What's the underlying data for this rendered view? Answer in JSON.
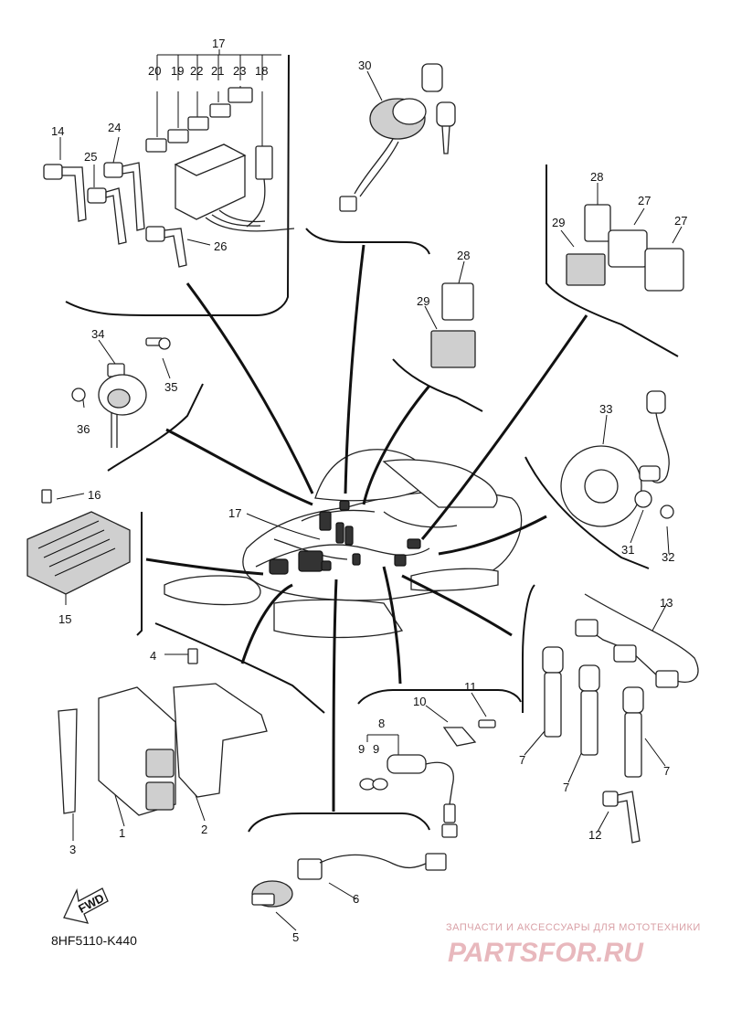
{
  "diagram": {
    "code": "8HF5110-K440",
    "fwd_label": "FWD",
    "watermark": {
      "tagline": "ЗАПЧАСТИ И АКСЕССУАРЫ ДЛЯ МОТОТЕХНИКИ",
      "brand": "PARTSFOR.RU"
    },
    "callouts": {
      "c1": "1",
      "c2": "2",
      "c3": "3",
      "c4": "4",
      "c5": "5",
      "c6": "6",
      "c7a": "7",
      "c7b": "7",
      "c7c": "7",
      "c8": "8",
      "c9a": "9",
      "c9b": "9",
      "c10": "10",
      "c11": "11",
      "c12": "12",
      "c13": "13",
      "c14": "14",
      "c15": "15",
      "c16": "16",
      "c17a": "17",
      "c17b": "17",
      "c18": "18",
      "c19": "19",
      "c20": "20",
      "c21": "21",
      "c22": "22",
      "c23": "23",
      "c24": "24",
      "c25": "25",
      "c26": "26",
      "c27a": "27",
      "c27b": "27",
      "c28a": "28",
      "c28b": "28",
      "c29a": "29",
      "c29b": "29",
      "c30": "30",
      "c31": "31",
      "c32": "32",
      "c33": "33",
      "c34": "34",
      "c35": "35",
      "c36": "36"
    }
  }
}
